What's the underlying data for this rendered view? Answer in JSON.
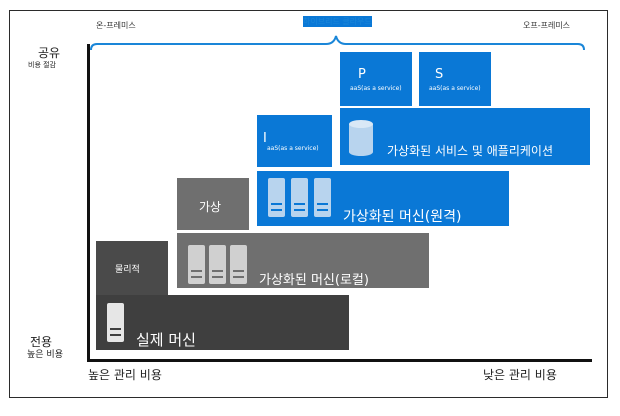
{
  "header": {
    "left": "온-프레미스",
    "center": "하이브리드 클라우드",
    "right": "오프-프레미스"
  },
  "yaxis": {
    "top_label": "공유",
    "top_sub": "비용 절감",
    "bottom_label": "전용",
    "bottom_sub": "높은 비용"
  },
  "xaxis": {
    "left_label": "높은 관리 비용",
    "right_label": "낮은 관리 비용"
  },
  "boxes": {
    "paas_letter": "P",
    "paas_sub": "aaS(as a service)",
    "saas_letter": "S",
    "saas_sub": "aaS(as a service)",
    "iaas_letter": "I",
    "iaas_sub": "aaS(as a service)",
    "virtual_services": "가상화된 서비스 및 애플리케이션",
    "virtual": "가상",
    "virtual_remote": "가상화된 머신(원격)",
    "physical": "물리적",
    "virtual_local": "가상화된 머신(로컬)",
    "real_machine": "실제 머신"
  },
  "colors": {
    "blue": "#0a78d6",
    "dark": "#4a4a4a",
    "grey": "#6f6f6f"
  }
}
